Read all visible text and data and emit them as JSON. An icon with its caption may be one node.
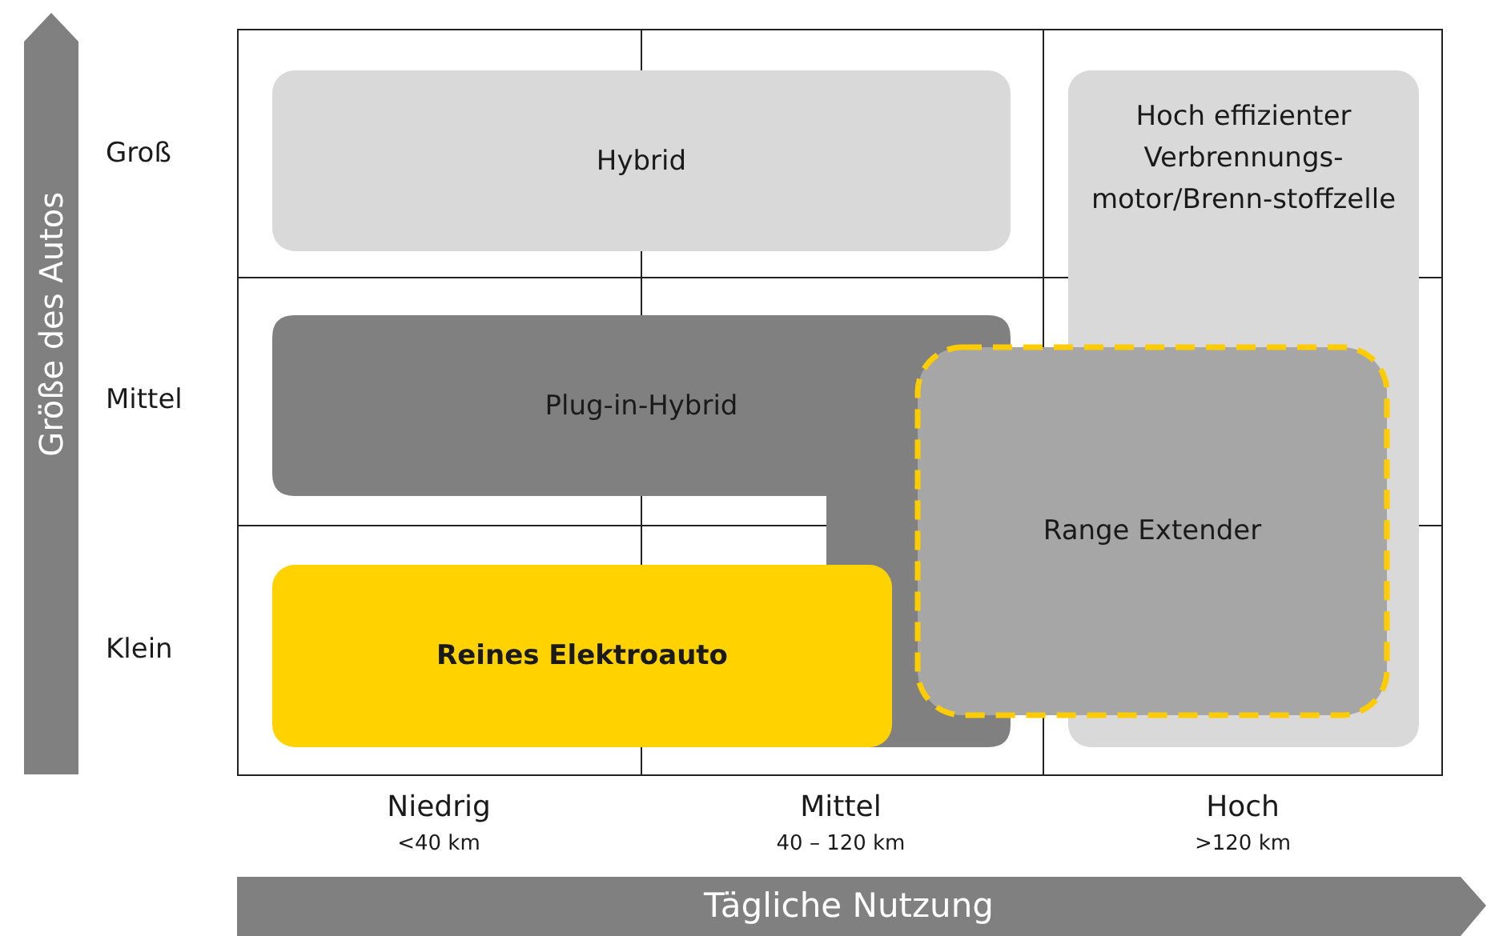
{
  "diagram": {
    "nodes": [
      {
        "text": [
          "Hybrid"
        ]
      },
      {
        "text": [
          "Hoch effizienter Verbrennungs-motor/Brenn-stoffzelle"
        ]
      },
      {
        "text": [
          "Plug-in-Hybrid"
        ]
      },
      {
        "text": [
          "Range Extender"
        ]
      },
      {
        "text": [
          "Reines Elektroauto"
        ]
      }
    ],
    "labels": [
      "Größe des Autos",
      "Groß",
      "Mittel",
      "Klein",
      "Niedrig",
      "<40 km",
      "Mittel",
      "40 – 120 km",
      "Hoch",
      ">120 km",
      "Tägliche Nutzung"
    ]
  }
}
